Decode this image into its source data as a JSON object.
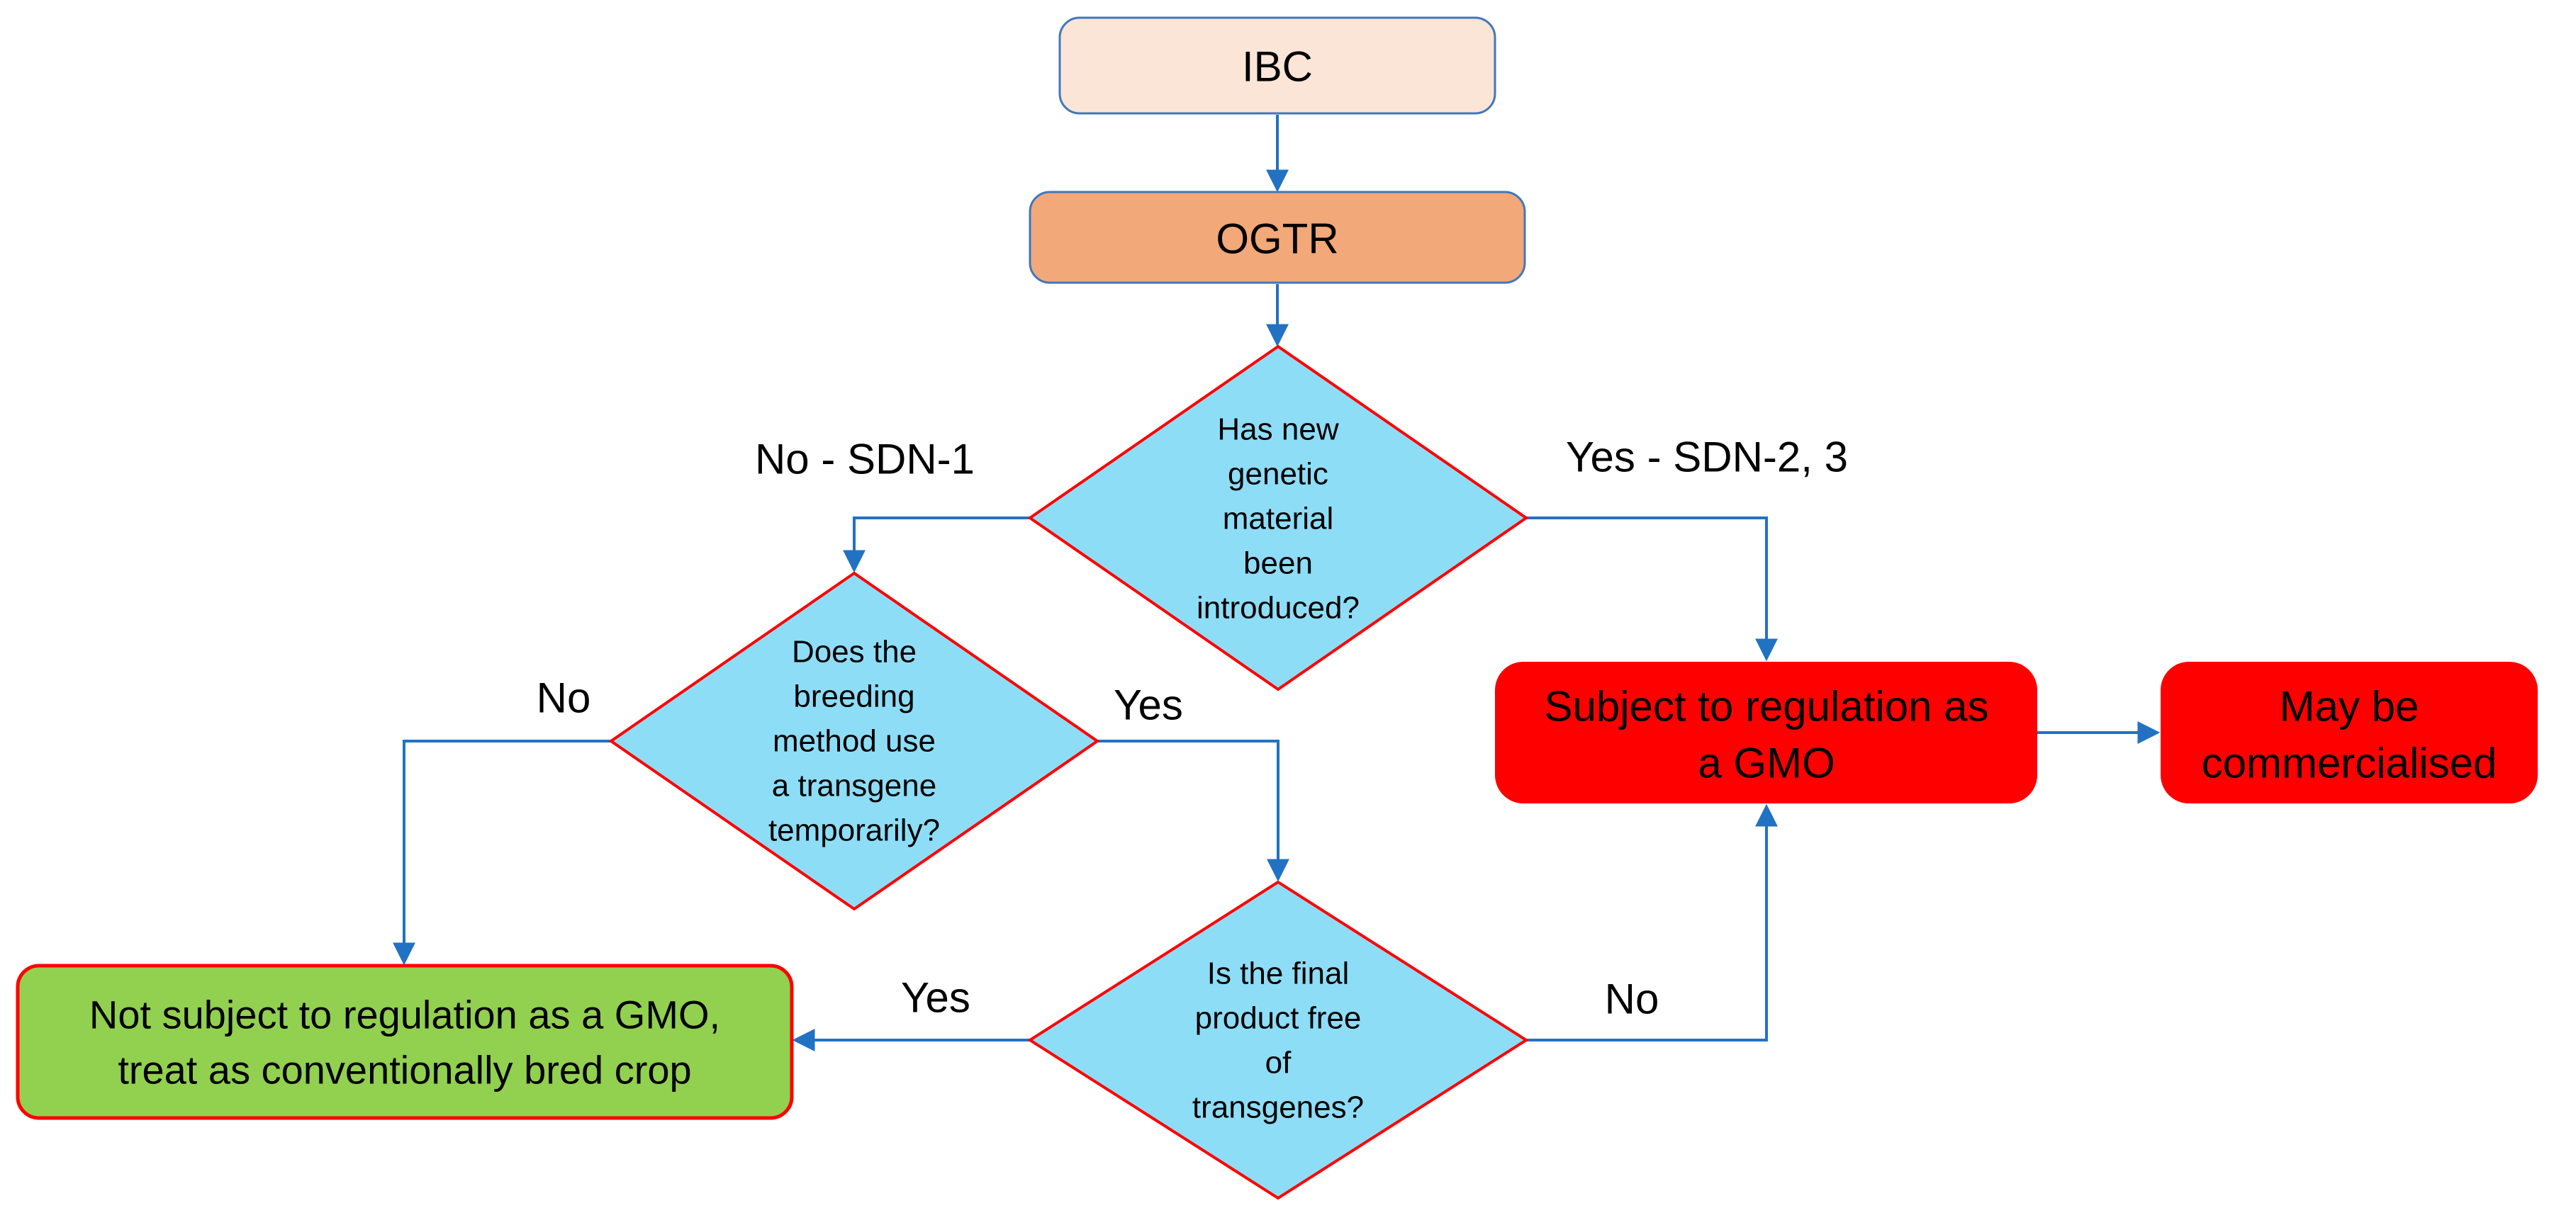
{
  "colors": {
    "connector": "#2272C3",
    "blue_box_border": "#4177BE",
    "ibc_fill": "#FBE5D6",
    "ogtr_fill": "#F2A878",
    "diamond_fill": "#8EDDF7",
    "diamond_border": "#FF0000",
    "green_fill": "#92D050",
    "green_border": "#FF0000",
    "red_fill": "#FF0000",
    "text": "#000000"
  },
  "nodes": {
    "ibc": {
      "label": "IBC"
    },
    "ogtr": {
      "label": "OGTR"
    },
    "d1": {
      "lines": [
        "Has new",
        "genetic",
        "material",
        "been",
        "introduced?"
      ]
    },
    "d2": {
      "lines": [
        "Does the",
        "breeding",
        "method use",
        "a transgene",
        "temporarily?"
      ]
    },
    "d3": {
      "lines": [
        "Is the final",
        "product free",
        "of",
        "transgenes?"
      ]
    },
    "green": {
      "lines": [
        "Not subject to regulation as a GMO,",
        "treat as conventionally bred crop"
      ]
    },
    "red_subject": {
      "lines": [
        "Subject to regulation as",
        "a GMO"
      ]
    },
    "red_commercialised": {
      "lines": [
        "May be",
        "commercialised"
      ]
    }
  },
  "edge_labels": {
    "d1_no": "No - SDN-1",
    "d1_yes": "Yes - SDN-2, 3",
    "d2_no": "No",
    "d2_yes": "Yes",
    "d3_yes": "Yes",
    "d3_no": "No"
  },
  "edges": [
    {
      "from": "ibc",
      "to": "ogtr",
      "label": ""
    },
    {
      "from": "ogtr",
      "to": "d1",
      "label": ""
    },
    {
      "from": "d1",
      "to": "d2",
      "label": "No - SDN-1"
    },
    {
      "from": "d1",
      "to": "red_subject",
      "label": "Yes - SDN-2, 3"
    },
    {
      "from": "d2",
      "to": "green",
      "label": "No"
    },
    {
      "from": "d2",
      "to": "d3",
      "label": "Yes"
    },
    {
      "from": "d3",
      "to": "green",
      "label": "Yes"
    },
    {
      "from": "d3",
      "to": "red_subject",
      "label": "No"
    },
    {
      "from": "red_subject",
      "to": "red_commercialised",
      "label": ""
    }
  ]
}
